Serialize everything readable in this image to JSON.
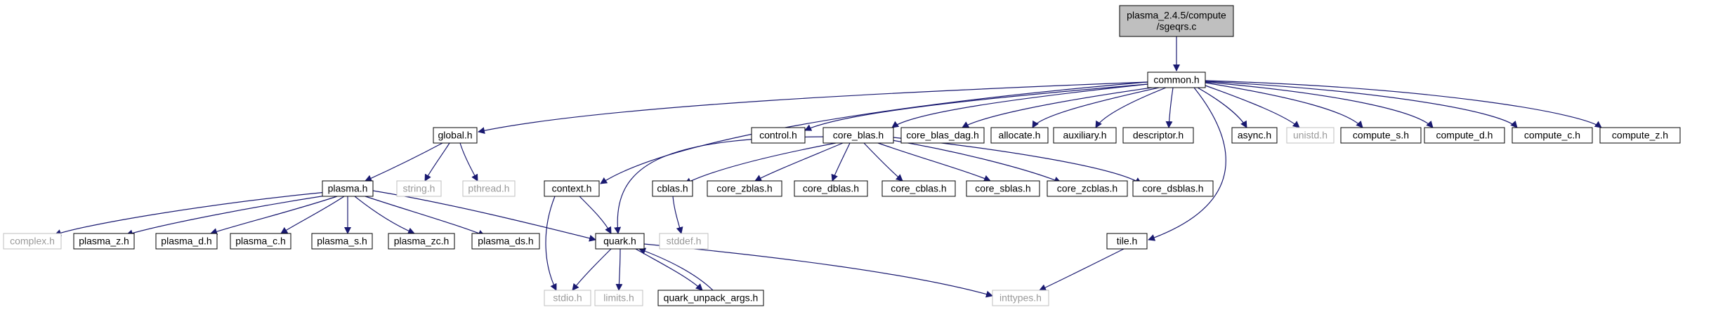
{
  "graph": {
    "root": "plasma_2.4.5/compute\n/sgeqrs.c",
    "colors": {
      "edge": "#191970",
      "border_dark": "#000000",
      "border_light": "#bfbfbf",
      "root_fill": "#bfbfbf",
      "text_dark": "#000000",
      "text_light": "#9a9a9a"
    },
    "nodes": {
      "sgeqrs": "plasma_2.4.5/compute\n/sgeqrs.c",
      "common": "common.h",
      "global": "global.h",
      "control": "control.h",
      "core_blas": "core_blas.h",
      "core_blas_dag": "core_blas_dag.h",
      "allocate": "allocate.h",
      "auxiliary": "auxiliary.h",
      "descriptor": "descriptor.h",
      "async": "async.h",
      "unistd": "unistd.h",
      "compute_s": "compute_s.h",
      "compute_d": "compute_d.h",
      "compute_c": "compute_c.h",
      "compute_z": "compute_z.h",
      "plasma": "plasma.h",
      "string": "string.h",
      "pthread": "pthread.h",
      "context": "context.h",
      "cblas": "cblas.h",
      "core_zblas": "core_zblas.h",
      "core_dblas": "core_dblas.h",
      "core_cblas": "core_cblas.h",
      "core_sblas": "core_sblas.h",
      "core_zcblas": "core_zcblas.h",
      "core_dsblas": "core_dsblas.h",
      "complex": "complex.h",
      "plasma_z": "plasma_z.h",
      "plasma_d": "plasma_d.h",
      "plasma_c": "plasma_c.h",
      "plasma_s": "plasma_s.h",
      "plasma_zc": "plasma_zc.h",
      "plasma_ds": "plasma_ds.h",
      "quark": "quark.h",
      "stddef": "stddef.h",
      "tile": "tile.h",
      "stdio": "stdio.h",
      "limits": "limits.h",
      "quark_unpack_args": "quark_unpack_args.h",
      "inttypes": "inttypes.h"
    },
    "external_headers": [
      "unistd",
      "string",
      "pthread",
      "complex",
      "stddef",
      "stdio",
      "limits",
      "inttypes"
    ],
    "edges": [
      [
        "sgeqrs",
        "common"
      ],
      [
        "common",
        "global"
      ],
      [
        "common",
        "context"
      ],
      [
        "common",
        "control"
      ],
      [
        "common",
        "core_blas"
      ],
      [
        "common",
        "core_blas_dag"
      ],
      [
        "common",
        "allocate"
      ],
      [
        "common",
        "auxiliary"
      ],
      [
        "common",
        "descriptor"
      ],
      [
        "common",
        "tile"
      ],
      [
        "common",
        "async"
      ],
      [
        "common",
        "unistd"
      ],
      [
        "common",
        "compute_s"
      ],
      [
        "common",
        "compute_d"
      ],
      [
        "common",
        "compute_c"
      ],
      [
        "common",
        "compute_z"
      ],
      [
        "global",
        "plasma"
      ],
      [
        "global",
        "string"
      ],
      [
        "global",
        "pthread"
      ],
      [
        "plasma",
        "complex"
      ],
      [
        "plasma",
        "plasma_z"
      ],
      [
        "plasma",
        "plasma_d"
      ],
      [
        "plasma",
        "plasma_c"
      ],
      [
        "plasma",
        "plasma_s"
      ],
      [
        "plasma",
        "plasma_zc"
      ],
      [
        "plasma",
        "plasma_ds"
      ],
      [
        "plasma",
        "quark"
      ],
      [
        "context",
        "stdio"
      ],
      [
        "context",
        "quark"
      ],
      [
        "core_blas",
        "quark"
      ],
      [
        "core_blas",
        "cblas"
      ],
      [
        "core_blas",
        "core_zblas"
      ],
      [
        "core_blas",
        "core_dblas"
      ],
      [
        "core_blas",
        "core_cblas"
      ],
      [
        "core_blas",
        "core_sblas"
      ],
      [
        "core_blas",
        "core_zcblas"
      ],
      [
        "core_blas",
        "core_dsblas"
      ],
      [
        "cblas",
        "stddef"
      ],
      [
        "quark",
        "stdio"
      ],
      [
        "quark",
        "limits"
      ],
      [
        "quark",
        "quark_unpack_args"
      ],
      [
        "quark",
        "inttypes"
      ],
      [
        "quark_unpack_args",
        "quark"
      ],
      [
        "tile",
        "inttypes"
      ]
    ]
  }
}
